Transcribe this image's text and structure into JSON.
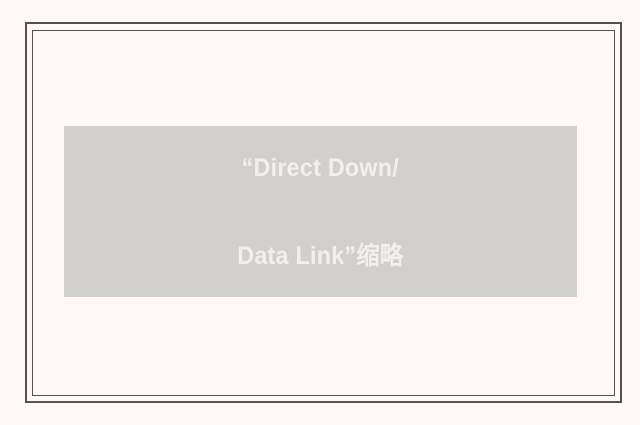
{
  "page": {
    "background_color": "#fdf8f5",
    "frame_color": "#56504e"
  },
  "frame": {
    "outer_label": "outer decorative border",
    "inner_label": "inner decorative border"
  },
  "placeholder": {
    "background_color": "#d2d0ce",
    "text_color": "#f2f0ee",
    "caption_line_1": "“Direct Down/",
    "caption_line_2": "Data Link”缩略",
    "caption_full": "“Direct Down/Data Link”缩略"
  }
}
